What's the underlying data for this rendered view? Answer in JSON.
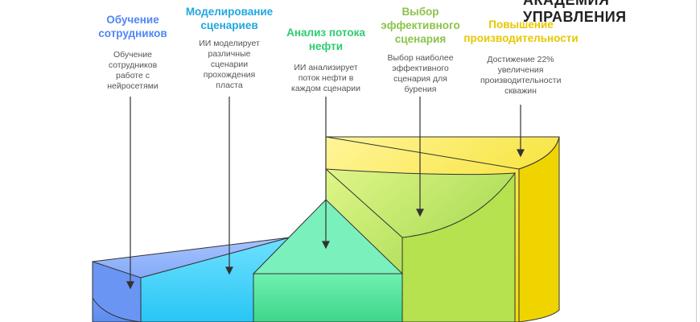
{
  "header": "АКАДЕМИЯ УПРАВЛЕНИЯ",
  "steps": [
    {
      "title": "Обучение сотрудников",
      "desc": "Обучение сотрудников работе с нейросетями",
      "color": "#4f86f7"
    },
    {
      "title": "Моделирование сценариев",
      "desc": "ИИ моделирует различные сценарии прохождения пласта",
      "color": "#22a6df"
    },
    {
      "title": "Анализ потока нефти",
      "desc": "ИИ анализирует поток нефти в каждом сценарии",
      "color": "#2ecc71"
    },
    {
      "title": "Выбор эффективного сценария",
      "desc": "Выбор наиболее эффективного сценария для бурения",
      "color": "#8bc34a"
    },
    {
      "title": "Повышение производительности",
      "desc": "Достижение 22% увеличения производительности скважин",
      "color": "#e6c800"
    }
  ]
}
